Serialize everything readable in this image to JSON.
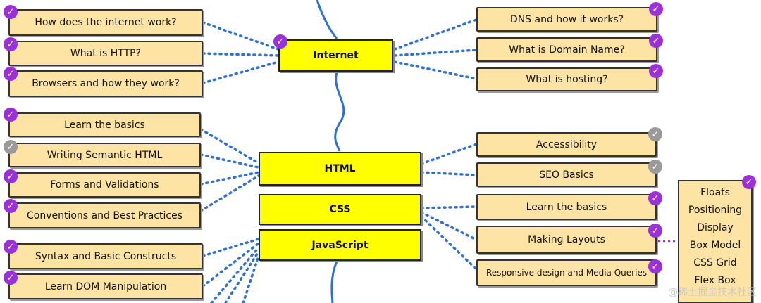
{
  "topics": {
    "internet": "Internet",
    "html": "HTML",
    "css": "CSS",
    "javascript": "JavaScript"
  },
  "internet_left": [
    {
      "label": "How does the internet work?",
      "status": "done"
    },
    {
      "label": "What is HTTP?",
      "status": "done"
    },
    {
      "label": "Browsers and how they work?",
      "status": "done"
    }
  ],
  "internet_right": [
    {
      "label": "DNS and how it works?",
      "status": "done"
    },
    {
      "label": "What is Domain Name?",
      "status": "done"
    },
    {
      "label": "What is hosting?",
      "status": "done"
    }
  ],
  "html_left": [
    {
      "label": "Learn the basics",
      "status": "done"
    },
    {
      "label": "Writing Semantic HTML",
      "status": "pending"
    },
    {
      "label": "Forms and Validations",
      "status": "done"
    },
    {
      "label": "Conventions and Best Practices",
      "status": "done"
    }
  ],
  "html_right": [
    {
      "label": "Accessibility",
      "status": "pending"
    },
    {
      "label": "SEO Basics",
      "status": "pending"
    }
  ],
  "css_right": [
    {
      "label": "Learn the basics",
      "status": "done"
    },
    {
      "label": "Making Layouts",
      "status": "done"
    },
    {
      "label": "Responsive design and Media Queries",
      "status": "done"
    }
  ],
  "js_left": [
    {
      "label": "Syntax and Basic Constructs",
      "status": "done"
    },
    {
      "label": "Learn DOM Manipulation",
      "status": "done"
    }
  ],
  "layouts_stack": {
    "items": [
      "Floats",
      "Positioning",
      "Display",
      "Box Model",
      "CSS Grid",
      "Flex Box"
    ],
    "status": "done"
  },
  "watermark": "@稀土掘金技术社区",
  "colors": {
    "topic_fill": "#ffff00",
    "node_fill": "#fde4a4",
    "done_check": "#9b30d9",
    "pending_check": "#9a9a9a",
    "connector": "#2f6fd6",
    "sub_connector": "#9b30d9"
  }
}
